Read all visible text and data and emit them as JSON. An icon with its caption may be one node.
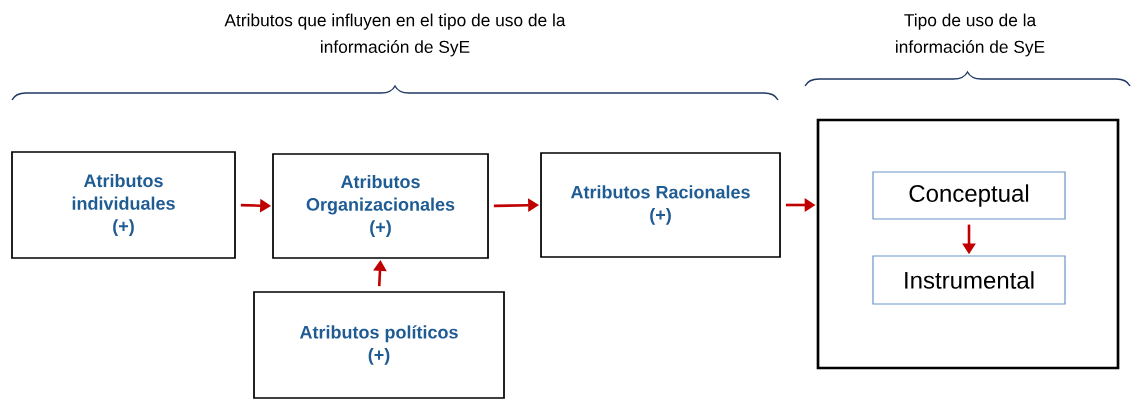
{
  "diagram": {
    "nodes": [
      {
        "text": [
          "Atributos individuales",
          "(+)"
        ]
      },
      {
        "text": [
          "Atributos Organizacionales",
          "(+)"
        ]
      },
      {
        "text": [
          "Atributos Racionales",
          "(+)"
        ]
      },
      {
        "text": [
          "Atributos políticos",
          "(+)"
        ]
      },
      {
        "text": [],
        "shape": "box"
      },
      {
        "text": [
          "Conceptual"
        ],
        "in": 4
      },
      {
        "text": [
          "Instrumental"
        ],
        "in": 4
      }
    ],
    "edges": [
      {
        "from": 0,
        "to": 1,
        "arrow": "to"
      },
      {
        "from": 1,
        "to": 2,
        "arrow": "to"
      },
      {
        "from": 3,
        "to": 1,
        "arrow": "to"
      },
      {
        "from": 2,
        "to": 4,
        "arrow": "to"
      },
      {
        "from": 5,
        "to": 6,
        "arrow": "to"
      }
    ],
    "labels": [
      "Atributos que influyen en el tipo de uso de la información de SyE",
      "Tipo de uso de la información de SyE"
    ]
  }
}
